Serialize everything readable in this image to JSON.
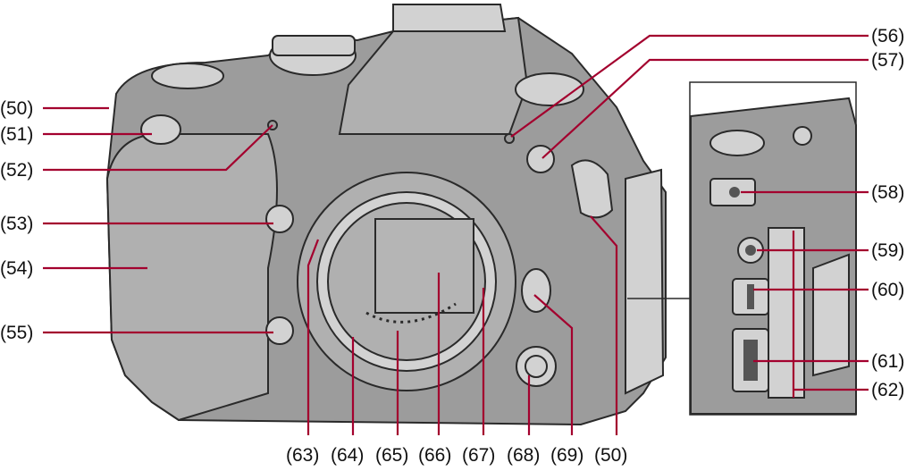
{
  "labels": {
    "l50a": "(50)",
    "l51": "(51)",
    "l52": "(52)",
    "l53": "(53)",
    "l54": "(54)",
    "l55": "(55)",
    "l56": "(56)",
    "l57": "(57)",
    "l58": "(58)",
    "l59": "(59)",
    "l60": "(60)",
    "l61": "(61)",
    "l62": "(62)",
    "l63": "(63)",
    "l64": "(64)",
    "l65": "(65)",
    "l66": "(66)",
    "l67": "(67)",
    "l68": "(68)",
    "l69": "(69)",
    "l50b": "(50)"
  },
  "colors": {
    "leader_line": "#a3002e",
    "camera_body": "#9c9c9c",
    "sensor": "#b5b5b5",
    "label_text": "#111111"
  }
}
